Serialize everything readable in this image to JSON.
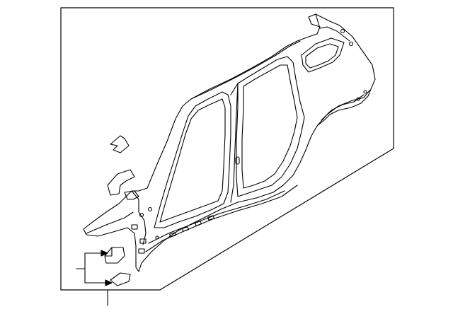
{
  "diagram": {
    "line_color": "#000000",
    "background": "#ffffff",
    "parts": [
      {
        "name": "body-side-outer-panel"
      },
      {
        "name": "reinforcement-bracket-upper"
      },
      {
        "name": "reinforcement-bracket-lower"
      },
      {
        "name": "small-bracket-a"
      },
      {
        "name": "small-bracket-b"
      }
    ]
  }
}
